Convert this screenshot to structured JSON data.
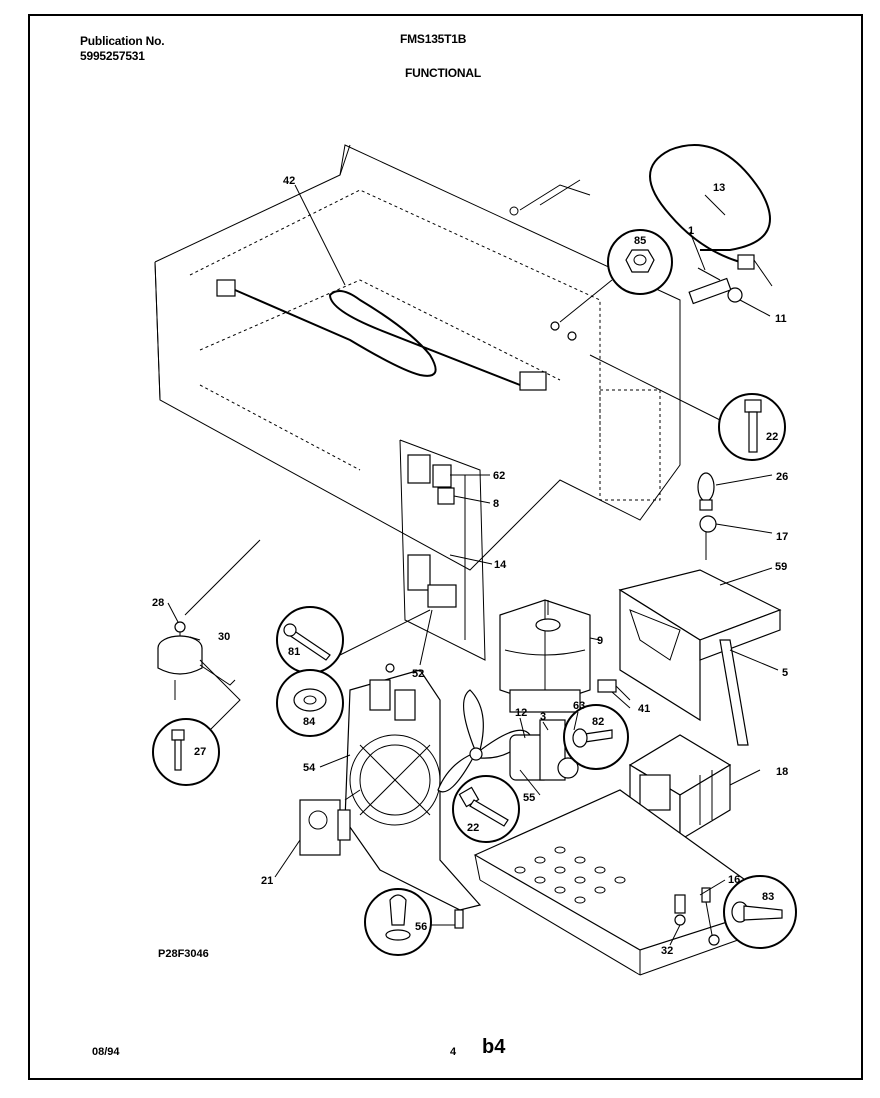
{
  "header": {
    "publication_label": "Publication No.",
    "publication_number": "5995257531",
    "model": "FMS135T1B",
    "section": "FUNCTIONAL"
  },
  "footer": {
    "date": "08/94",
    "page": "4",
    "code": "b4",
    "drawing_id": "P28F3046"
  },
  "callouts": {
    "c42": "42",
    "c13": "13",
    "c85": "85",
    "c1": "1",
    "c11": "11",
    "c22a": "22",
    "c26": "26",
    "c17": "17",
    "c62": "62",
    "c8": "8",
    "c14": "14",
    "c59": "59",
    "c28": "28",
    "c30": "30",
    "c81": "81",
    "c52": "52",
    "c9": "9",
    "c5": "5",
    "c84": "84",
    "c12": "12",
    "c3": "3",
    "c63": "63",
    "c41": "41",
    "c82": "82",
    "c27": "27",
    "c54": "54",
    "c55": "55",
    "c22b": "22",
    "c18": "18",
    "c21": "21",
    "c16": "16",
    "c83": "83",
    "c56": "56",
    "c32": "32"
  }
}
